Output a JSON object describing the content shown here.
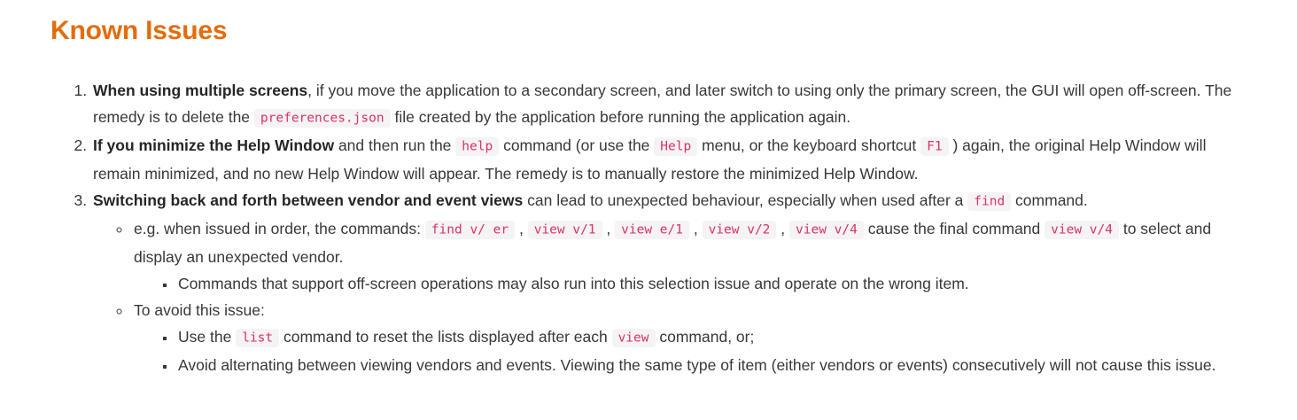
{
  "page": {
    "title": "Known Issues",
    "accent_color": "#e46c0a",
    "body_text_color": "#383838",
    "code_text_color": "#d6336c",
    "code_bg_color": "#f5f3f3"
  },
  "known_issues": {
    "items": [
      {
        "segments": [
          {
            "t": "bold",
            "text": "When using multiple screens"
          },
          {
            "t": "text",
            "text": ", if you move the application to a secondary screen, and later switch to using only the primary screen, the GUI will open off-screen. The remedy is to delete the "
          },
          {
            "t": "code",
            "text": "preferences.json"
          },
          {
            "t": "text",
            "text": " file created by the application before running the application again."
          }
        ],
        "children": []
      },
      {
        "segments": [
          {
            "t": "bold",
            "text": "If you minimize the Help Window"
          },
          {
            "t": "text",
            "text": " and then run the "
          },
          {
            "t": "code",
            "text": "help"
          },
          {
            "t": "text",
            "text": " command (or use the "
          },
          {
            "t": "code",
            "text": "Help"
          },
          {
            "t": "text",
            "text": " menu, or the keyboard shortcut "
          },
          {
            "t": "code",
            "text": "F1"
          },
          {
            "t": "text",
            "text": " ) again, the original Help Window will remain minimized, and no new Help Window will appear. The remedy is to manually restore the minimized Help Window."
          }
        ],
        "children": []
      },
      {
        "segments": [
          {
            "t": "bold",
            "text": "Switching back and forth between vendor and event views"
          },
          {
            "t": "text",
            "text": " can lead to unexpected behaviour, especially when used after a "
          },
          {
            "t": "code",
            "text": "find"
          },
          {
            "t": "text",
            "text": " command."
          }
        ],
        "children": [
          {
            "segments": [
              {
                "t": "text",
                "text": "e.g. when issued in order, the commands: "
              },
              {
                "t": "code",
                "text": "find v/ er"
              },
              {
                "t": "text",
                "text": " , "
              },
              {
                "t": "code",
                "text": "view v/1"
              },
              {
                "t": "text",
                "text": " , "
              },
              {
                "t": "code",
                "text": "view e/1"
              },
              {
                "t": "text",
                "text": " , "
              },
              {
                "t": "code",
                "text": "view v/2"
              },
              {
                "t": "text",
                "text": " , "
              },
              {
                "t": "code",
                "text": "view v/4"
              },
              {
                "t": "text",
                "text": " cause the final command "
              },
              {
                "t": "code",
                "text": "view v/4"
              },
              {
                "t": "text",
                "text": " to select and display an unexpected vendor."
              }
            ],
            "children": [
              {
                "segments": [
                  {
                    "t": "text",
                    "text": "Commands that support off-screen operations may also run into this selection issue and operate on the wrong item."
                  }
                ],
                "children": []
              }
            ]
          },
          {
            "segments": [
              {
                "t": "text",
                "text": "To avoid this issue:"
              }
            ],
            "children": [
              {
                "segments": [
                  {
                    "t": "text",
                    "text": "Use the "
                  },
                  {
                    "t": "code",
                    "text": "list"
                  },
                  {
                    "t": "text",
                    "text": " command to reset the lists displayed after each "
                  },
                  {
                    "t": "code",
                    "text": "view"
                  },
                  {
                    "t": "text",
                    "text": " command, or;"
                  }
                ],
                "children": []
              },
              {
                "segments": [
                  {
                    "t": "text",
                    "text": "Avoid alternating between viewing vendors and events. Viewing the same type of item (either vendors or events) consecutively will not cause this issue."
                  }
                ],
                "children": []
              }
            ]
          }
        ]
      }
    ]
  }
}
